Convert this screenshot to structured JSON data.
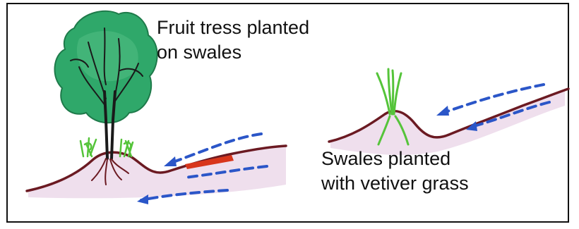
{
  "labels": {
    "fruit_trees": "Fruit tress planted\non swales",
    "vetiver": "Swales planted\nwith vetiver grass"
  },
  "colors": {
    "ground_line": "#6b1a22",
    "soil_fill": "#ecd9ea",
    "water_arrow": "#2b56c8",
    "canopy": "#2fa86a",
    "trunk": "#1a1a1a",
    "grass": "#55c43a",
    "log": "#d8361c"
  },
  "icons": {
    "tree": "fruit-tree-icon",
    "grass": "vetiver-grass-icon",
    "water": "water-flow-arrow"
  }
}
